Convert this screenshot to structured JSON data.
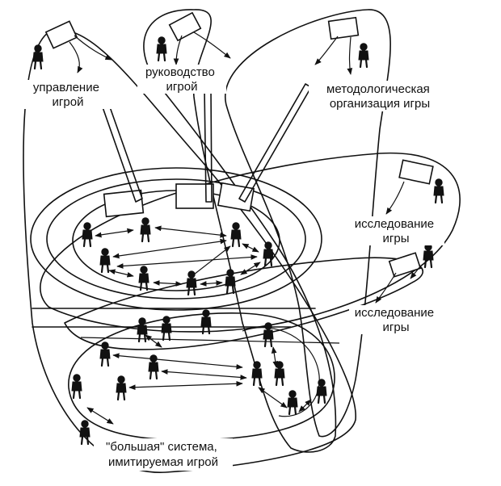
{
  "labels": {
    "game_management": [
      "управление",
      "игрой"
    ],
    "game_leadership": [
      "руководство",
      "игрой"
    ],
    "methodological": [
      "методологическая",
      "организация игры"
    ],
    "research_upper": [
      "исследование",
      "игры"
    ],
    "research_lower": [
      "исследование",
      "игры"
    ],
    "big_system": [
      "\"большая\" система,",
      "имитируемая игрой"
    ]
  },
  "colors": {
    "ink": "#111111",
    "paper": "#ffffff"
  },
  "icons": [
    "person-icon",
    "sheet-icon",
    "arrow-icon"
  ]
}
